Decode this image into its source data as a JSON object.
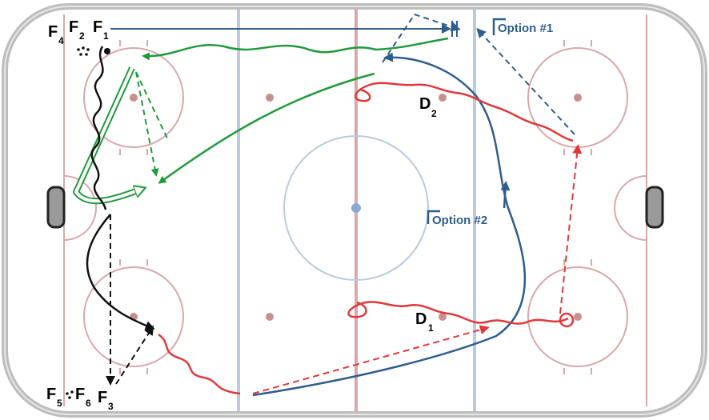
{
  "diagram": {
    "option1_label": "Option #1",
    "option2_label": "Option #2",
    "players": {
      "f1": {
        "letter": "F",
        "sub": "1"
      },
      "f2": {
        "letter": "F",
        "sub": "2"
      },
      "f3": {
        "letter": "F",
        "sub": "3"
      },
      "f4": {
        "letter": "F",
        "sub": "4"
      },
      "f5": {
        "letter": "F",
        "sub": "5"
      },
      "f6": {
        "letter": "F",
        "sub": "6"
      },
      "d1": {
        "letter": "D",
        "sub": "1"
      },
      "d2": {
        "letter": "D",
        "sub": "2"
      }
    },
    "colors": {
      "board": "#9a9a9a",
      "lines_red": "#d9a8a8",
      "lines_blue": "#b8cbe0",
      "center_circle": "#b8cbe0",
      "dot_red": "#c88f8f",
      "dot_blue": "#8aaad0",
      "green": "#1f9a3a",
      "blue": "#2f5d8c",
      "red": "#e0393b",
      "black": "#111111"
    }
  }
}
